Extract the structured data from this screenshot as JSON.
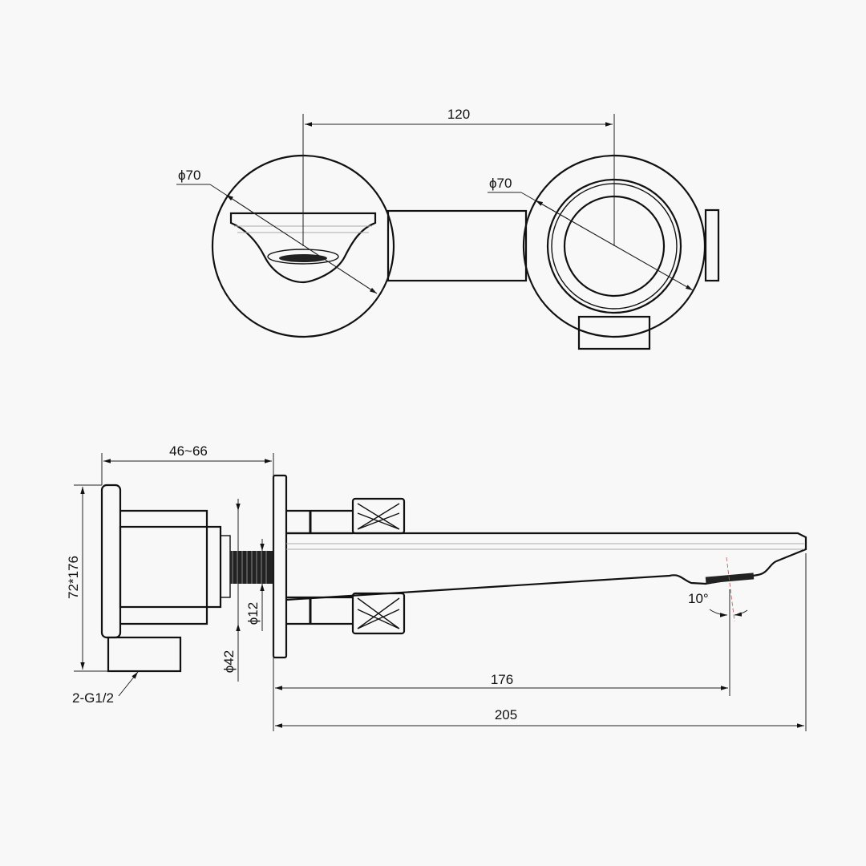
{
  "drawing": {
    "top_view": {
      "center_distance": "120",
      "left_diameter": "ϕ70",
      "right_diameter": "ϕ70"
    },
    "side_view": {
      "wall_depth": "46~66",
      "body_size": "72*176",
      "flange_diameter": "ϕ42",
      "spindle_diameter": "ϕ12",
      "connection": "2-G1/2",
      "spout_reach": "176",
      "overall_length": "205",
      "spout_angle": "10°"
    },
    "colors": {
      "background": "#f8f8f8",
      "line": "#111111"
    }
  }
}
